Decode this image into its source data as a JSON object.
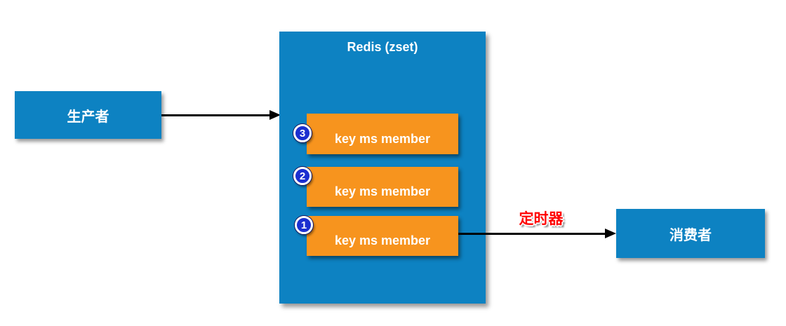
{
  "producer": {
    "label": "生产者"
  },
  "redis": {
    "title": "Redis (zset)"
  },
  "entries": [
    {
      "badge": "3",
      "label": "key ms member"
    },
    {
      "badge": "2",
      "label": "key ms member"
    },
    {
      "badge": "1",
      "label": "key ms member"
    }
  ],
  "timer": {
    "label": "定时器"
  },
  "consumer": {
    "label": "消费者"
  },
  "colors": {
    "box_blue": "#0d82c2",
    "entry_orange": "#f7941e",
    "badge_blue": "#1b2fd0",
    "arrow_black": "#000000",
    "timer_red": "#ff0000"
  }
}
